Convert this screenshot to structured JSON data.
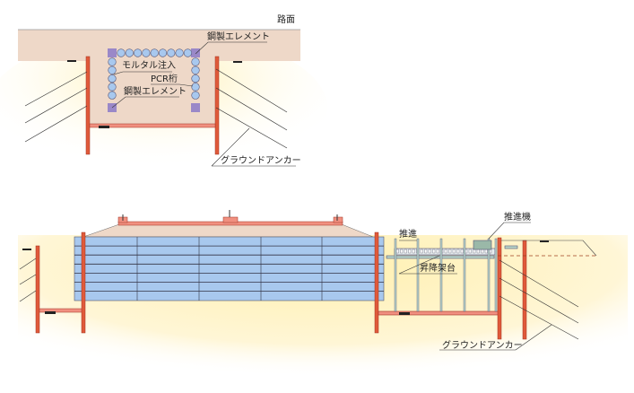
{
  "top_section": {
    "road_surface_label": "路面",
    "steel_element_top_label": "鋼製エレメント",
    "mortar_label": "モルタル注入",
    "pcr_girder_label": "PCR桁",
    "steel_element_inner_label": "鋼製エレメント",
    "ground_anchor_label": "グラウンドアンカー"
  },
  "bottom_section": {
    "jacking_label": "推進",
    "jacking_machine_label": "推進機",
    "lift_platform_label": "昇降架台",
    "ground_anchor_label": "グラウンドアンカー"
  },
  "colors": {
    "road": "#eed8c8",
    "soil_glow": "#fff1b8",
    "wall": "#e05a3a",
    "element_blue": "#a8c8ee",
    "element_purple": "#9a88c8"
  }
}
